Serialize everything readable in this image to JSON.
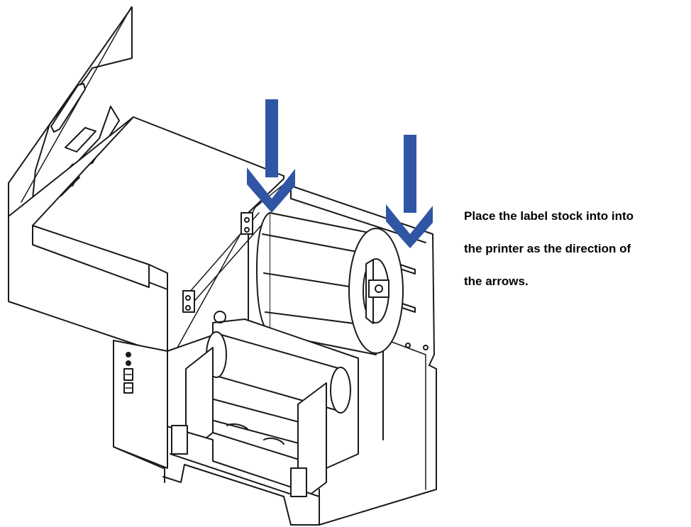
{
  "instruction": {
    "lines": [
      "Place the label stock into into",
      "the printer as the direction of",
      "the arrows."
    ]
  },
  "colors": {
    "arrow": "#2f55a4",
    "outline": "#1a1a1a",
    "background": "#ffffff"
  },
  "icons": [
    "down-arrow-icon",
    "down-arrow-icon"
  ]
}
